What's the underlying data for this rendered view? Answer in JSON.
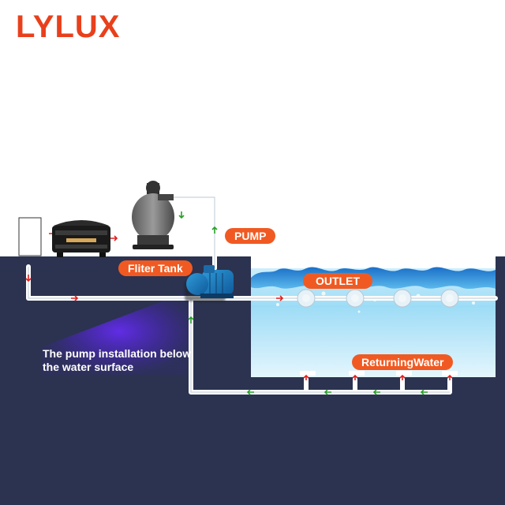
{
  "brand": {
    "name": "LYLUX"
  },
  "labels": {
    "pump": "PUMP",
    "filter_tank": "Fliter Tank",
    "outlet": "OUTLET",
    "returning_water": "ReturningWater",
    "pump_note_line1": "The pump installation below",
    "pump_note_line2": "the water surface"
  },
  "colors": {
    "brand": "#e8401c",
    "label_fill": "#f05a22",
    "ground": "#2b3350",
    "pool_water": "#8fd3f2",
    "pipe": "#ffffff",
    "flow_arrow_red": "#e02020",
    "flow_arrow_green": "#2aa02a",
    "annotation_glow": "#5a1ee6"
  },
  "components": {
    "pump": "pump-icon",
    "filter": "sand-filter-tank-icon",
    "heater": "heat-pump-icon",
    "controller": "control-box-icon"
  }
}
